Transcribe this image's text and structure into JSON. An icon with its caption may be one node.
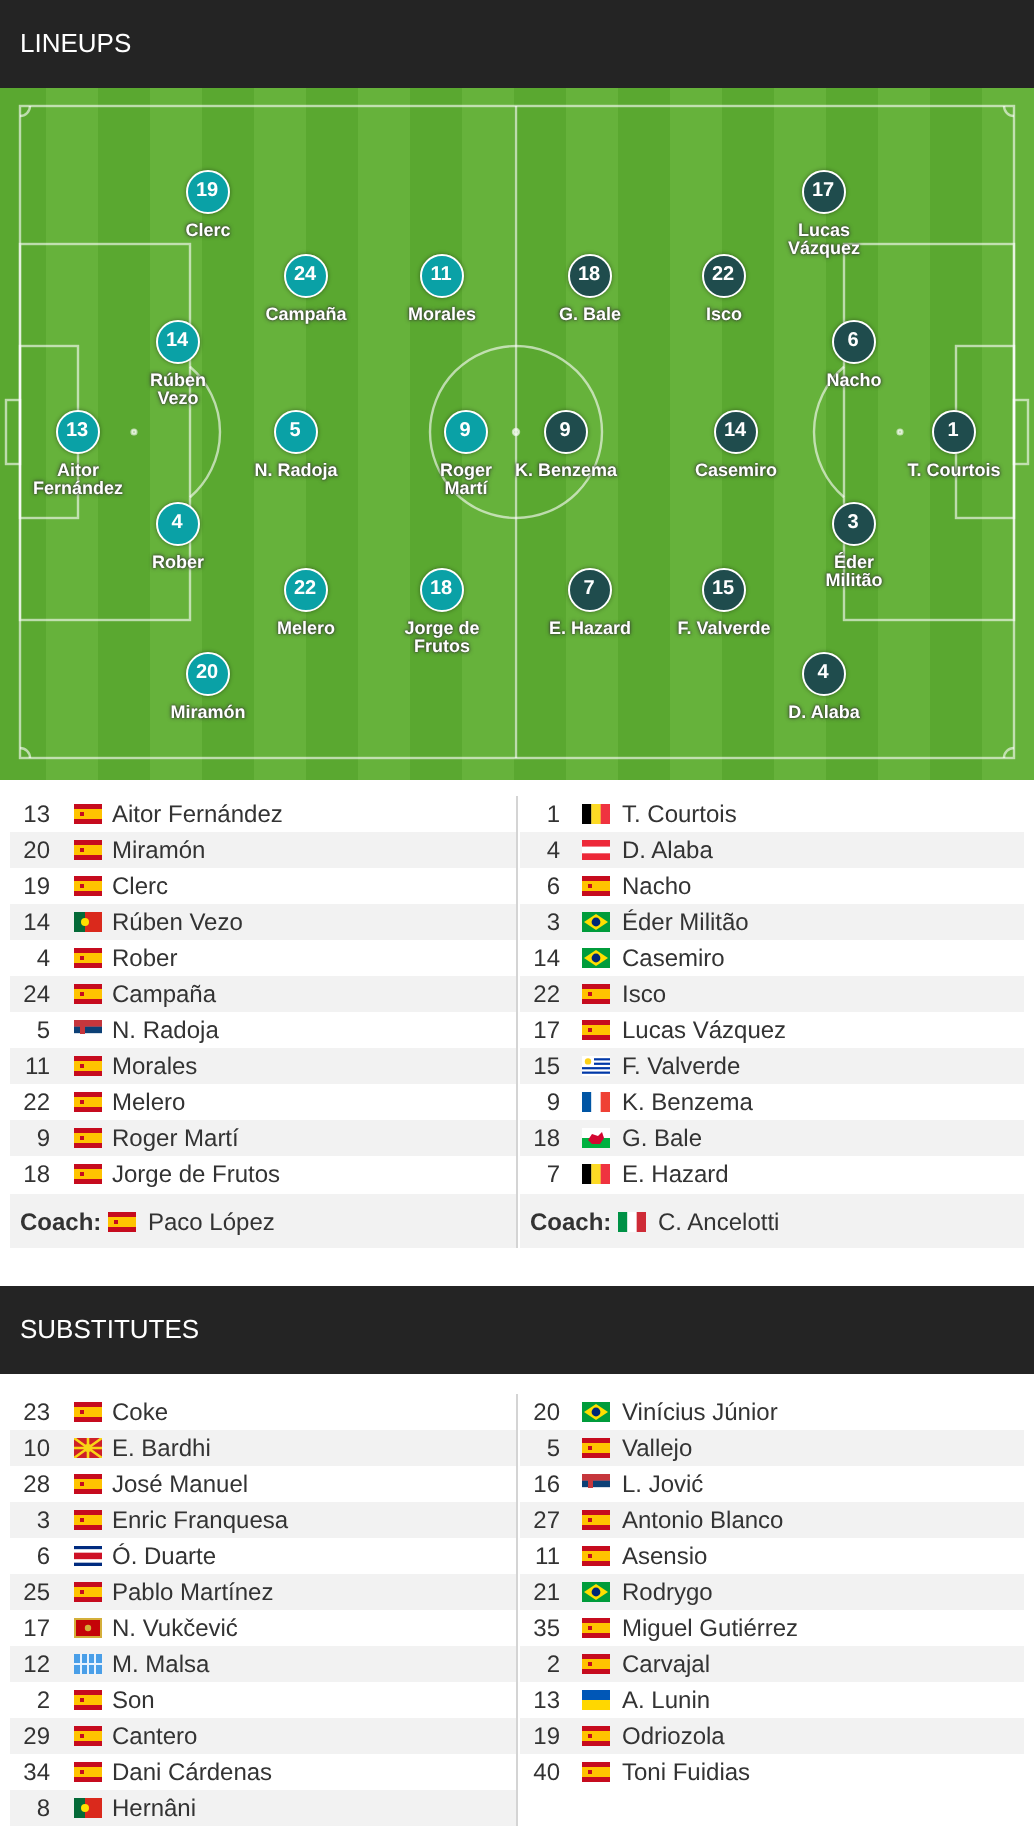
{
  "diagram": {
    "title": "LINEUPS",
    "nodes": [
      {
        "text": [
          "13",
          "Aitor Fernández"
        ]
      },
      {
        "text": [
          "20",
          "Miramón"
        ]
      },
      {
        "text": [
          "19",
          "Clerc"
        ]
      },
      {
        "text": [
          "14",
          "Rúben Vezo"
        ]
      },
      {
        "text": [
          "4",
          "Rober"
        ]
      },
      {
        "text": [
          "24",
          "Campaña"
        ]
      },
      {
        "text": [
          "5",
          "N. Radoja"
        ]
      },
      {
        "text": [
          "11",
          "Morales"
        ]
      },
      {
        "text": [
          "22",
          "Melero"
        ]
      },
      {
        "text": [
          "9",
          "Roger Martí"
        ]
      },
      {
        "text": [
          "18",
          "Jorge de Frutos"
        ]
      },
      {
        "text": [
          "1",
          "T. Courtois"
        ]
      },
      {
        "text": [
          "4",
          "D. Alaba"
        ]
      },
      {
        "text": [
          "6",
          "Nacho"
        ]
      },
      {
        "text": [
          "3",
          "Éder Militão"
        ]
      },
      {
        "text": [
          "14",
          "Casemiro"
        ]
      },
      {
        "text": [
          "22",
          "Isco"
        ]
      },
      {
        "text": [
          "17",
          "Lucas Vázquez"
        ]
      },
      {
        "text": [
          "15",
          "F. Valverde"
        ]
      },
      {
        "text": [
          "9",
          "K. Benzema"
        ]
      },
      {
        "text": [
          "18",
          "G. Bale"
        ]
      },
      {
        "text": [
          "7",
          "E. Hazard"
        ]
      }
    ],
    "labels": [
      "13",
      "Aitor Fernández",
      "1",
      "T. Courtois",
      "20",
      "Miramón",
      "4",
      "D. Alaba",
      "19",
      "Clerc",
      "6",
      "Nacho",
      "14",
      "Rúben Vezo",
      "3",
      "Éder Militão",
      "4",
      "Rober",
      "14",
      "Casemiro",
      "24",
      "Campaña",
      "22",
      "Isco",
      "5",
      "N. Radoja",
      "17",
      "Lucas Vázquez",
      "11",
      "Morales",
      "15",
      "F. Valverde",
      "22",
      "Melero",
      "9",
      "K. Benzema",
      "9",
      "Roger Martí",
      "18",
      "G. Bale",
      "18",
      "Jorge de Frutos",
      "7",
      "E. Hazard",
      "Coach:",
      "Paco López",
      "Coach:",
      "C. Ancelotti",
      "SUBSTITUTES",
      "23",
      "Coke",
      "20",
      "Vinícius Júnior",
      "10",
      "E. Bardhi",
      "5",
      "Vallejo",
      "28",
      "José Manuel",
      "16",
      "L. Jović",
      "3",
      "Enric Franquesa",
      "27",
      "Antonio Blanco",
      "6",
      "Ó. Duarte",
      "11",
      "Asensio",
      "25",
      "Pablo Martínez",
      "21",
      "Rodrygo",
      "17",
      "N. Vukčević",
      "35",
      "Miguel Gutiérrez",
      "12",
      "M. Malsa",
      "2",
      "Carvajal",
      "2",
      "Son",
      "13",
      "A. Lunin",
      "29",
      "Cantero",
      "19",
      "Odriozola",
      "34",
      "Dani Cárdenas",
      "40",
      "Toni Fuidias",
      "8",
      "Hernâni"
    ]
  }
}
